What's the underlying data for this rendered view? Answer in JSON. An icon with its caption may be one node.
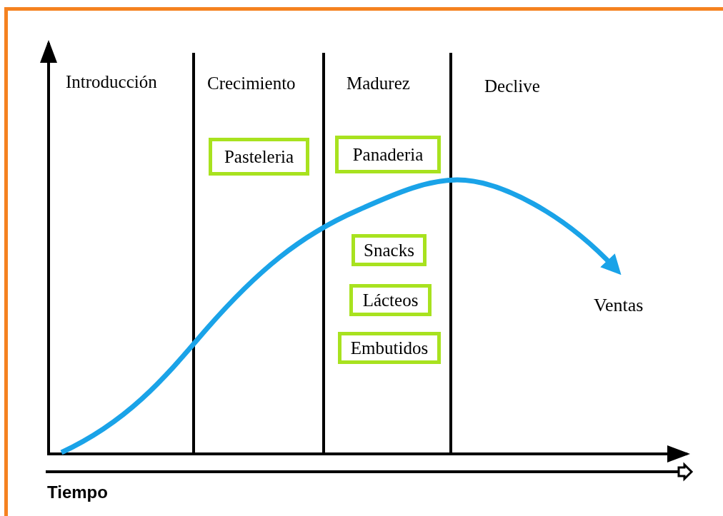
{
  "diagram": {
    "nodes": [
      {
        "text": [
          "Pasteleria"
        ]
      },
      {
        "text": [
          "Panaderia"
        ]
      },
      {
        "text": [
          "Snacks"
        ]
      },
      {
        "text": [
          "Lácteos"
        ]
      },
      {
        "text": [
          "Embutidos"
        ]
      }
    ],
    "labels": [
      "Introducción",
      "Crecimiento",
      "Madurez",
      "Declive",
      "Ventas",
      "Tiempo"
    ]
  }
}
